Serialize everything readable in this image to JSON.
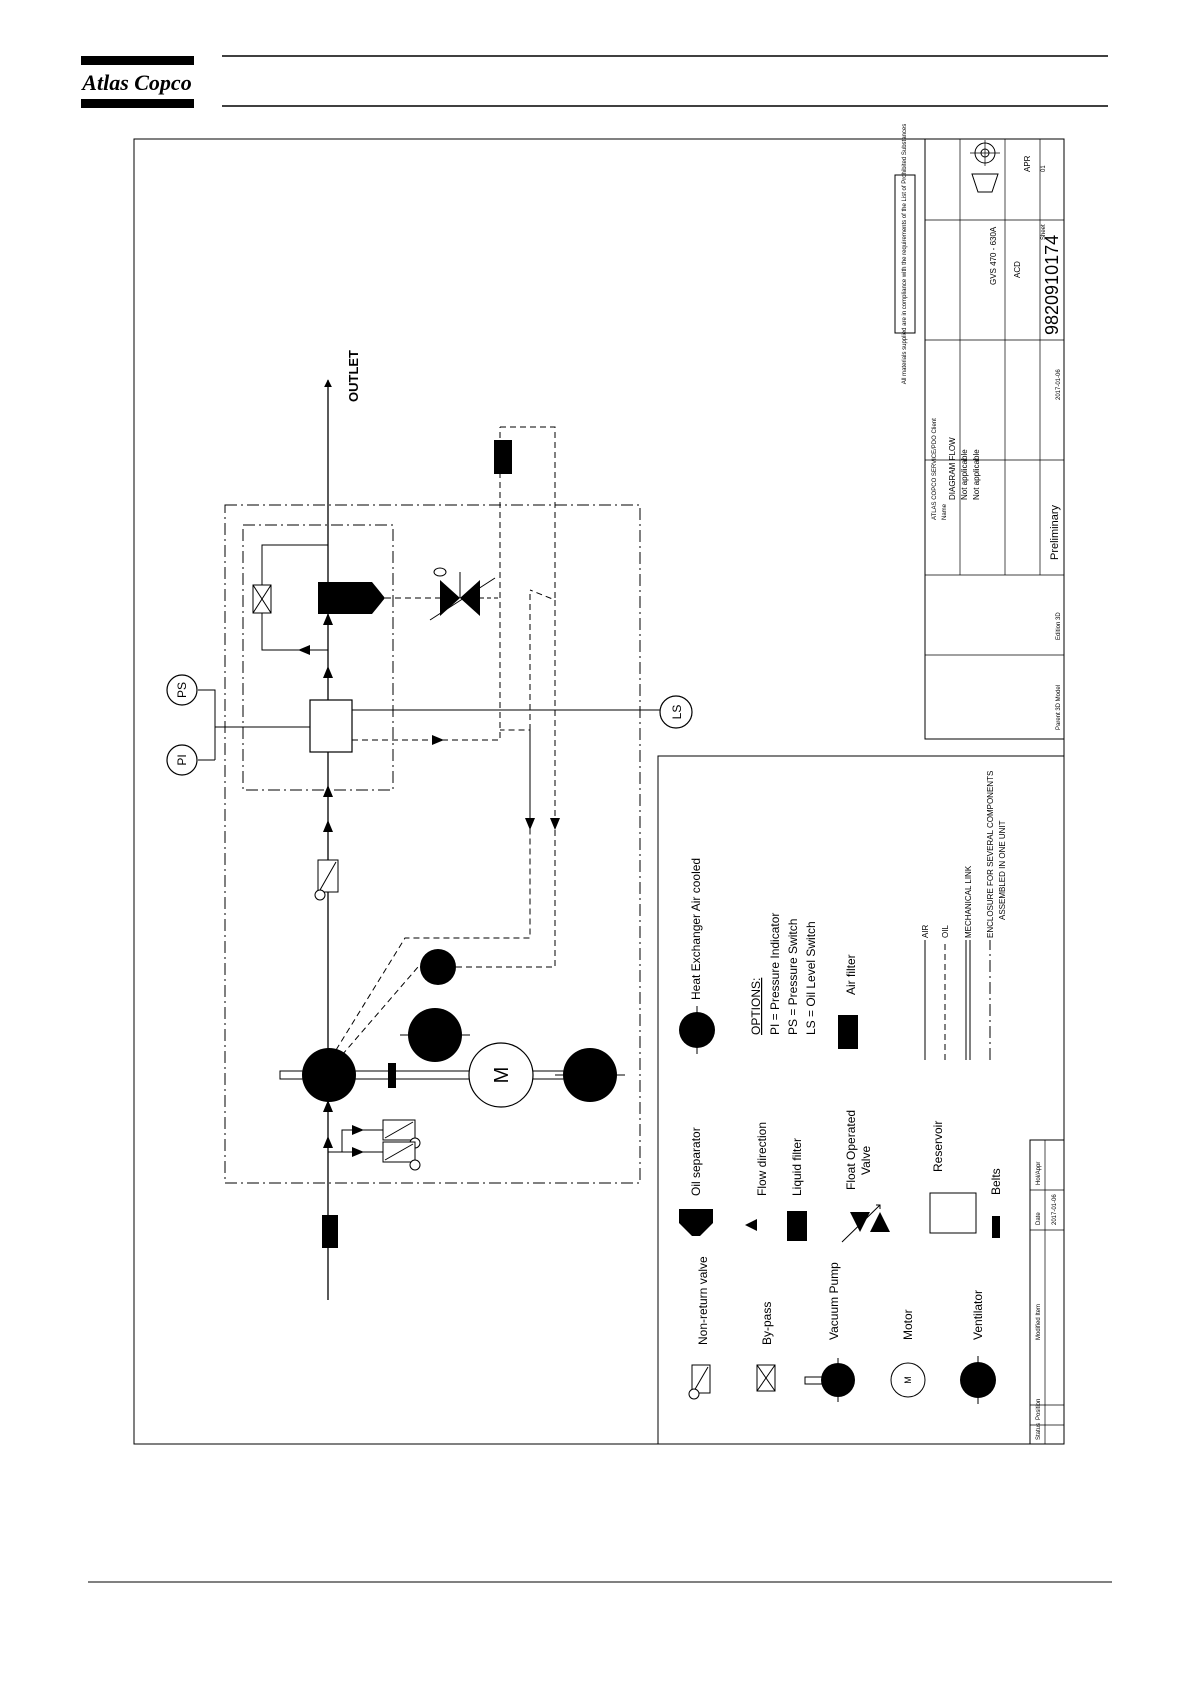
{
  "header": {
    "logo_text": "Atlas Copco"
  },
  "diagram": {
    "labels": {
      "outlet": "OUTLET",
      "pi": "PI",
      "ps": "PS",
      "ls": "LS",
      "motor_m": "M"
    },
    "compliance_note": "All materials supplied are in compliance with the requirements of the List of Prohibited Substances"
  },
  "legend": {
    "items": {
      "non_return_valve": "Non-return valve",
      "oil_separator": "Oil separator",
      "heat_exchanger": "Heat Exchanger Air cooled",
      "by_pass": "By-pass",
      "flow_direction": "Flow direction",
      "vacuum_pump": "Vacuum Pump",
      "liquid_filter": "Liquid filter",
      "air_filter": "Air filter",
      "float_valve_1": "Float Operated",
      "float_valve_2": "Valve",
      "motor": "Motor",
      "motor_m": "M",
      "reservoir": "Reservoir",
      "ventilator": "Ventilator",
      "belts": "Belts"
    },
    "options": {
      "title": "OPTIONS:",
      "pi": "PI    = Pressure Indicator",
      "ps": "PS    = Pressure Switch",
      "ls": "LS    = Oil Level Switch"
    },
    "line_types": {
      "air": "AIR",
      "oil": "OIL",
      "mechanical": "MECHANICAL LINK",
      "enclosure_1": "ENCLOSURE FOR SEVERAL COMPONENTS",
      "enclosure_2": "ASSEMBLED IN ONE UNIT"
    }
  },
  "title_block": {
    "drawing_number": "9820910174",
    "name_label": "Name",
    "name_value": "DIAGRAM FLOW",
    "company": "ATLAS COPCO SERVICE/PDO Client",
    "model": "GVS 470 - 630A",
    "not_applicable_1": "Not applicable",
    "not_applicable_2": "Not applicable",
    "status": "Preliminary",
    "acd": "ACD",
    "date": "2017-01-06",
    "date_short": "2017-01-06",
    "sheet_label": "Sheet",
    "sheet_value": "01",
    "apr": "APR",
    "parent_label": "Parent 3D Model",
    "edition_label": "Edition 3D",
    "modified_label": "Modified Item",
    "status_col": "Status",
    "position_col": "Position",
    "date_col": "Date",
    "hol_label": "Hol/Appr"
  }
}
